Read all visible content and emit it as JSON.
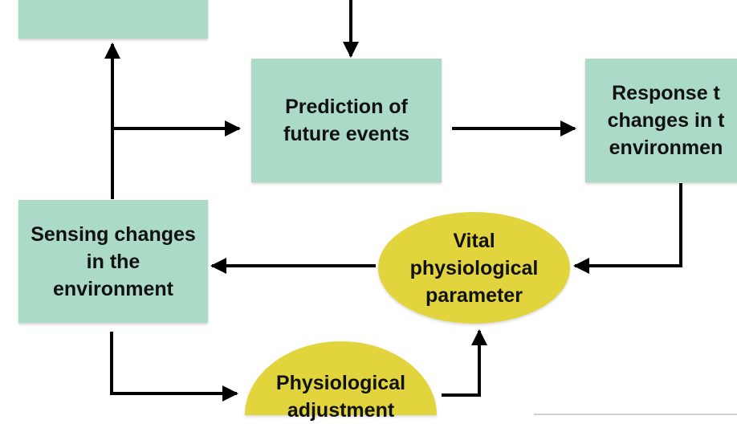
{
  "diagram": {
    "nodes": {
      "top_left_box": {
        "label": ""
      },
      "prediction": {
        "label_line1": "Prediction of",
        "label_line2": "future events"
      },
      "response": {
        "label_line1": "Response t",
        "label_line2": "changes in t",
        "label_line3": "environmen"
      },
      "sensing": {
        "label_line1": "Sensing changes",
        "label_line2": "in the",
        "label_line3": "environment"
      },
      "vital": {
        "label_line1": "Vital",
        "label_line2": "physiological",
        "label_line3": "parameter"
      },
      "adjustment": {
        "label_line1": "Physiological",
        "label_line2": "adjustment"
      }
    },
    "colors": {
      "box_fill": "#abdbc6",
      "oval_fill": "#e1d43c",
      "arrow": "#000000"
    }
  }
}
